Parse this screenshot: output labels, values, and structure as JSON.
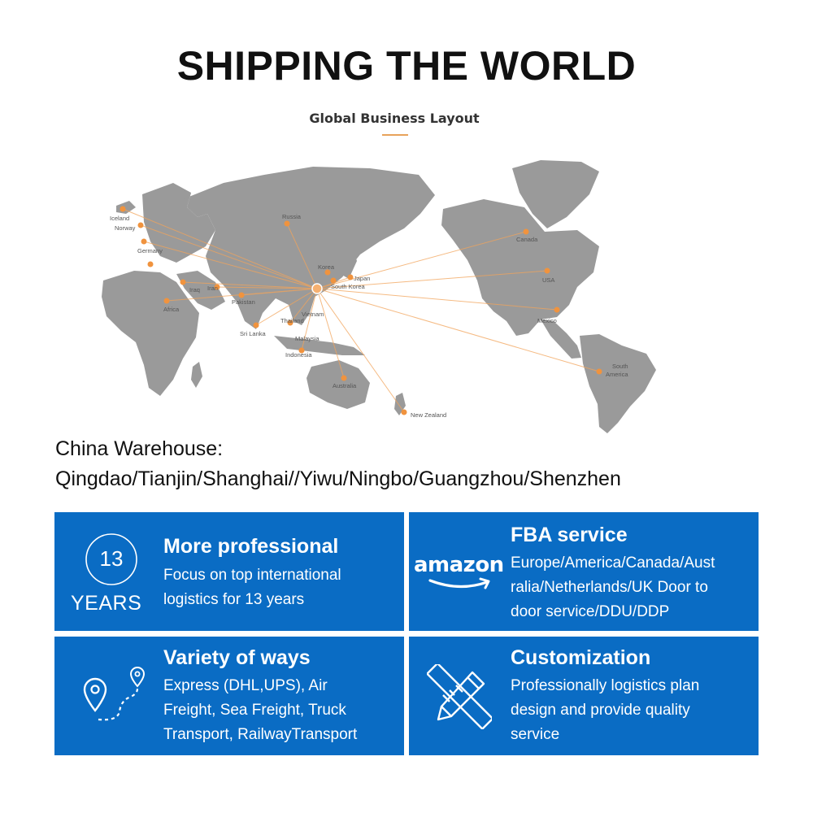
{
  "header": {
    "title": "SHIPPING THE WORLD",
    "subtitle": "Global Business Layout"
  },
  "map": {
    "land_color": "#9a9a9a",
    "route_color": "#f2a45a",
    "marker_color": "#f0933e",
    "hub": "China",
    "labels": {
      "iceland": "Iceland",
      "norway": "Norway",
      "germany": "Germany",
      "russia": "Russia",
      "korea": "Korea",
      "japan": "Japan",
      "south_korea": "South Korea",
      "iraq": "Iraq",
      "iran": "Iran",
      "pakistan": "Pakistan",
      "africa": "Africa",
      "sri_lanka": "Sri Lanka",
      "thailand": "Thailand",
      "vietnam": "Vietnam",
      "malaysia": "Malaysia",
      "indonesia": "Indonesia",
      "australia": "Australia",
      "new_zealand": "New Zealand",
      "canada": "Canada",
      "usa": "USA",
      "mexico": "Mexico",
      "south_america_1": "South",
      "south_america_2": "America"
    }
  },
  "warehouse": {
    "line1": "China Warehouse:",
    "line2": "Qingdao/Tianjin/Shanghai//Yiwu/Ningbo/Guangzhou/Shenzhen"
  },
  "cards": {
    "accent": "#0a6cc4",
    "professional": {
      "badge_number": "13",
      "badge_word": "YEARS",
      "title": "More professional",
      "line1": "Focus on top international",
      "line2": "logistics for 13 years"
    },
    "fba": {
      "logo": "amazon",
      "title": "FBA service",
      "line1": "Europe/America/Canada/Aust",
      "line2": "ralia/Netherlands/UK  Door to",
      "line3": "door service/DDU/DDP"
    },
    "variety": {
      "icon": "map-pin-route-icon",
      "title": "Variety of ways",
      "line1": "Express (DHL,UPS), Air",
      "line2": "Freight, Sea Freight, Truck",
      "line3": "Transport, RailwayTransport"
    },
    "custom": {
      "icon": "ruler-pencil-icon",
      "title": "Customization",
      "line1": "Professionally logistics plan",
      "line2": "design and provide quality",
      "line3": "service"
    }
  }
}
